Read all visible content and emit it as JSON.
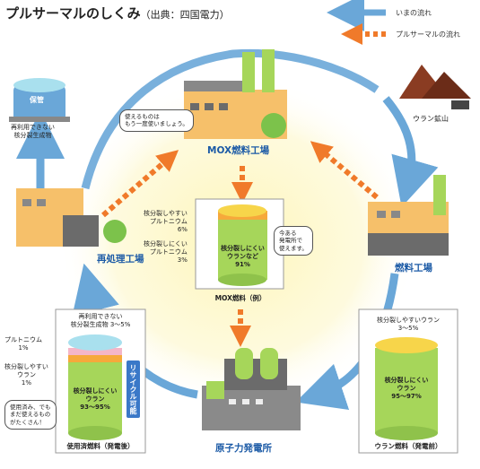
{
  "title": "プルサーマルのしくみ",
  "title_source": "（出典：四国電力）",
  "legend": {
    "current_flow": "いまの流れ",
    "pluthermal_flow": "プルサーマルの流れ"
  },
  "places": {
    "mox_factory": "MOX燃料工場",
    "fuel_factory": "燃料工場",
    "reprocessing": "再処理工場",
    "power_plant": "原子力発電所",
    "uranium_mine": "ウラン鉱山",
    "storage": "保管"
  },
  "storage_note": [
    "再利用できない",
    "核分裂生成物"
  ],
  "bubbles": {
    "mox_reuse": [
      "使えるものは",
      "もう一度使いましょう。"
    ],
    "current_power": [
      "今ある",
      "発電所で",
      "使えます。"
    ],
    "spent_usable": [
      "使用済み、でも",
      "まだ使えるもの",
      "がたくさん！"
    ]
  },
  "mox_fuel": {
    "caption": "MOX燃料（例）",
    "fissile_pu": [
      "核分裂しやすい",
      "プルトニウム",
      "6%"
    ],
    "nonfissile_pu": [
      "核分裂しにくい",
      "プルトニウム",
      "3%"
    ],
    "uranium": [
      "核分裂しにくい",
      "ウランなど",
      "91%"
    ]
  },
  "spent_fuel": {
    "caption": "使用済燃料（発電後）",
    "fission_products": [
      "再利用できない",
      "核分裂生成物 3～5%"
    ],
    "plutonium": [
      "プルトニウム",
      "1%"
    ],
    "fissile_uranium": [
      "核分裂しやすい",
      "ウラン",
      "1%"
    ],
    "uranium": [
      "核分裂しにくい",
      "ウラン",
      "93～95%"
    ],
    "recycle": "リサイクル可能"
  },
  "uranium_fuel": {
    "caption": "ウラン燃料（発電前）",
    "fissile": [
      "核分裂しやすいウラン",
      "3～5%"
    ],
    "nonfissile": [
      "核分裂しにくい",
      "ウラン",
      "95～97%"
    ]
  },
  "colors": {
    "cycle_arrow": "#6aa7d8",
    "pluthermal_arrow": "#f07a2a",
    "place_label": "#1b5aa6",
    "green": "#a6d65a",
    "orange_band": "#f6a93b",
    "yellow_band": "#f7d54a",
    "cyan_top": "#a9e0ee",
    "pink_band": "#f4b6c8",
    "glow": "#fdf6b8"
  },
  "icons": [
    "cycle-arrow-icon",
    "pluthermal-arrow-icon",
    "factory-icon",
    "mine-icon",
    "storage-tank-icon",
    "power-plant-icon"
  ]
}
